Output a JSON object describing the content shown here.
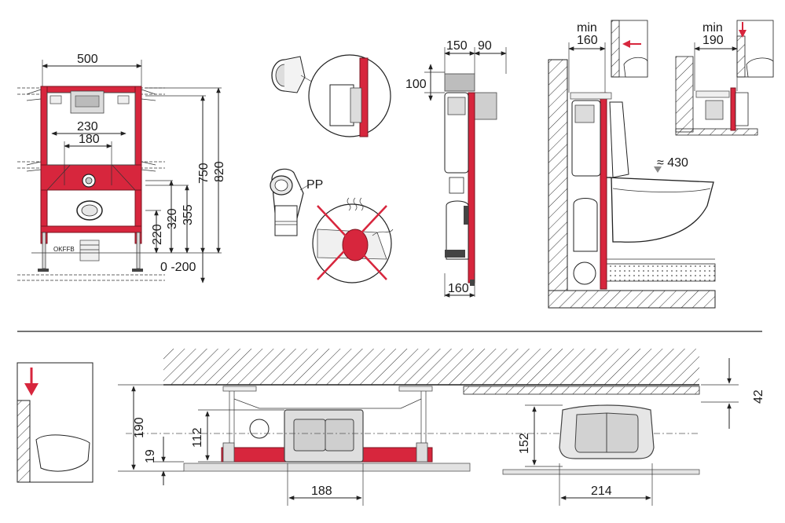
{
  "colors": {
    "frame_red": "#d7263d",
    "ink": "#1a1a1a",
    "panel_grey": "#dcdcdc"
  },
  "front_view": {
    "width": "500",
    "d230": "230",
    "d180": "180",
    "d750": "750",
    "d820": "820",
    "d220": "220",
    "d320": "320",
    "d355": "355",
    "d0200": "0 -200",
    "okffb": "OKFFB"
  },
  "pipe_detail": {
    "pp_label": "PP"
  },
  "side_view": {
    "d150": "150",
    "d90": "90",
    "d100": "100",
    "d160": "160"
  },
  "install_view": {
    "min_label_1": "min",
    "min_value_1": "160",
    "min_label_2": "min",
    "min_value_2": "190",
    "approx_430": "≈ 430"
  },
  "plan_view": {
    "d190": "190",
    "d112": "112",
    "d19": "19",
    "d188": "188",
    "d42": "42",
    "d152": "152",
    "d214": "214"
  },
  "icons": [
    "down-arrow-icon",
    "left-arrow-icon",
    "no-heat-icon",
    "flush-plate-icon"
  ]
}
